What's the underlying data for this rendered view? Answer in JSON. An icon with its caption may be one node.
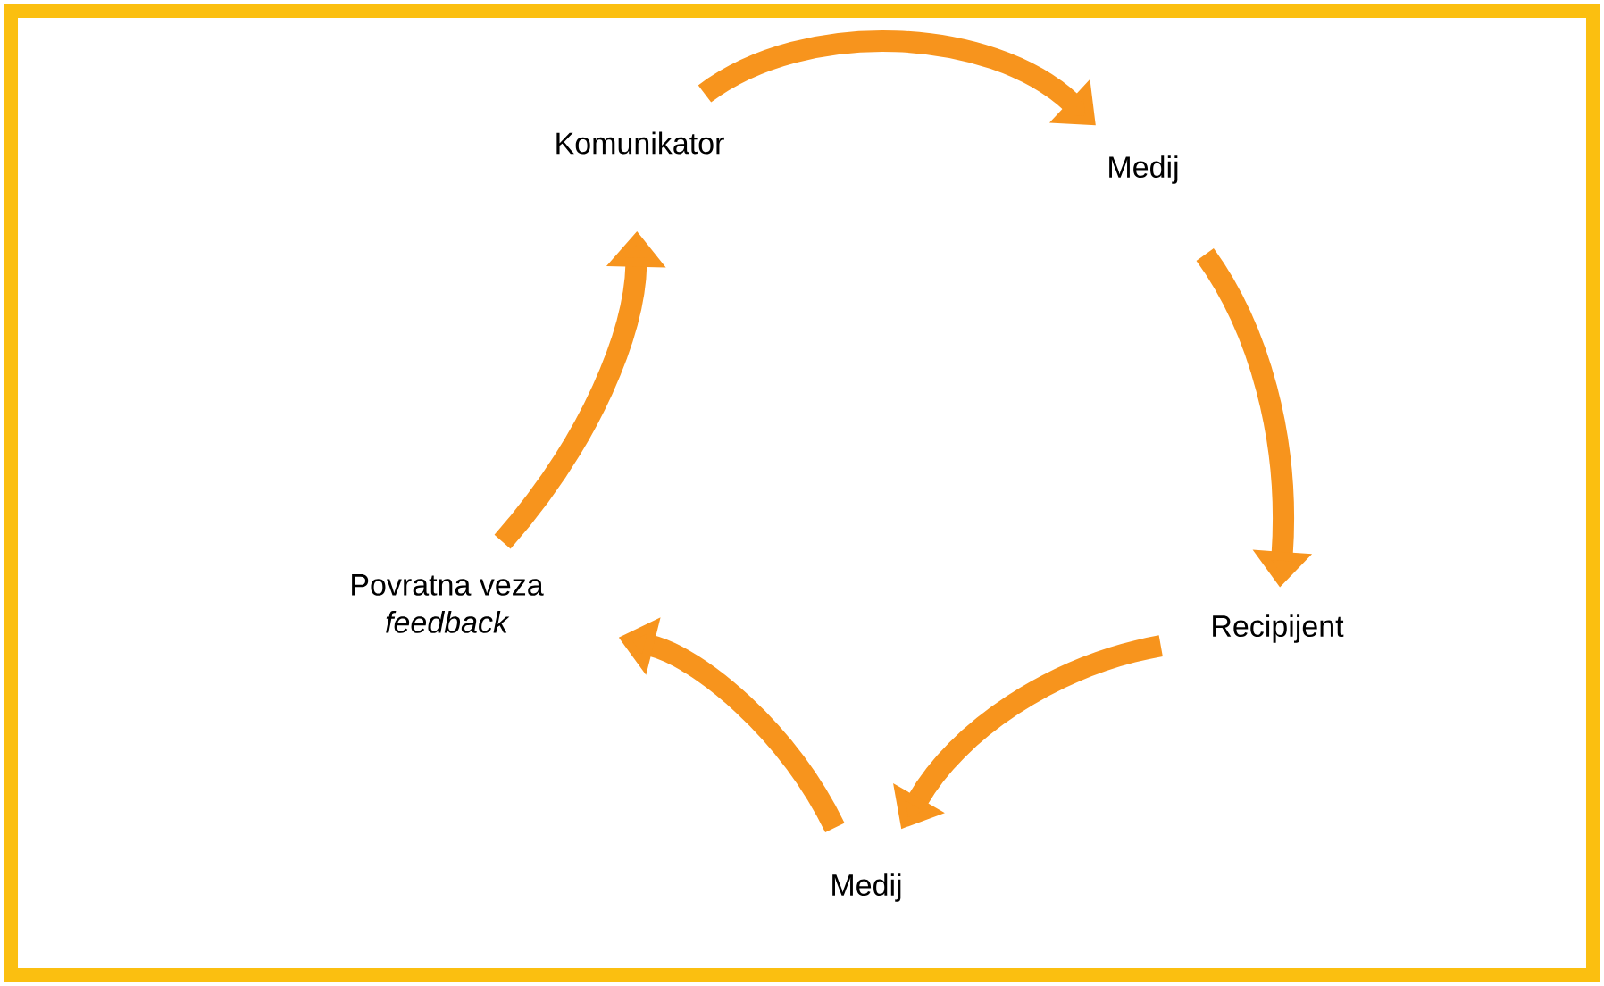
{
  "diagram": {
    "nodes": [
      {
        "text": [
          "Komunikator"
        ]
      },
      {
        "text": [
          "Medij"
        ]
      },
      {
        "text": [
          "Recipijent"
        ]
      },
      {
        "text": [
          "Medij"
        ]
      },
      {
        "text": [
          "Povratna veza",
          "feedback"
        ]
      }
    ],
    "edges": [
      {
        "from": 0,
        "to": 1,
        "arrow": "to"
      },
      {
        "from": 1,
        "to": 2,
        "arrow": "to"
      },
      {
        "from": 2,
        "to": 3,
        "arrow": "to"
      },
      {
        "from": 3,
        "to": 4,
        "arrow": "to"
      },
      {
        "from": 4,
        "to": 0,
        "arrow": "to"
      }
    ]
  }
}
